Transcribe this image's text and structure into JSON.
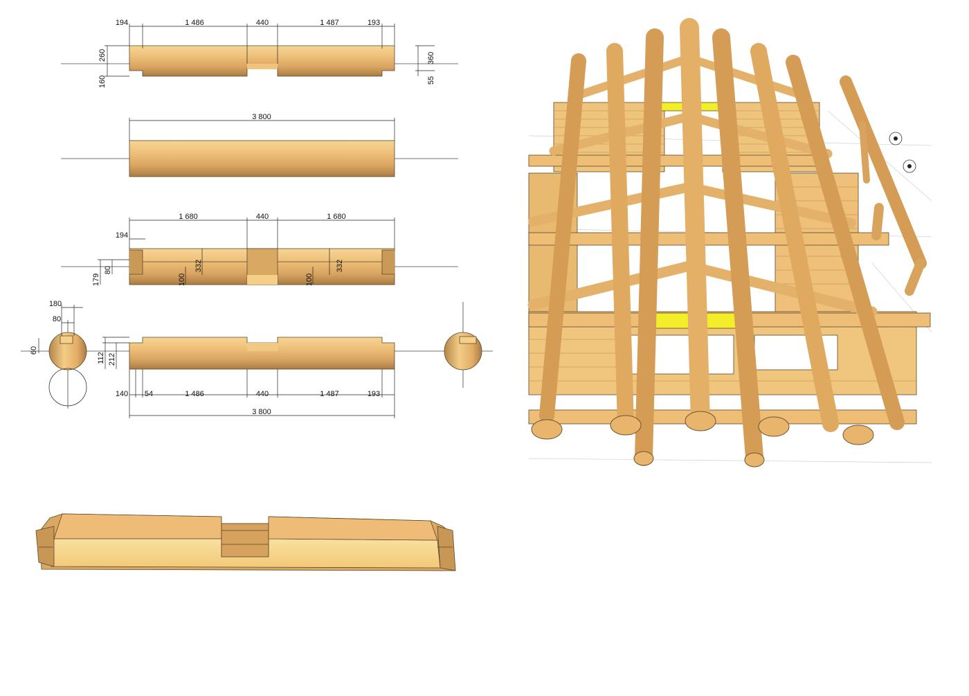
{
  "colors": {
    "wood_light": "#f6d28c",
    "wood_mid": "#e6b06a",
    "wood_dark": "#b88a4c",
    "wood_shadow": "#9a7240",
    "highlight": "#f2ef2a",
    "line": "#222222"
  },
  "view1": {
    "top_dims": [
      "194",
      "1 486",
      "440",
      "1 487",
      "193"
    ],
    "left_dims": [
      "260",
      "160"
    ],
    "right_dims": [
      "360",
      "55"
    ]
  },
  "view2": {
    "length": "3 800"
  },
  "view3": {
    "top_dims": [
      "1 680",
      "440",
      "1 680"
    ],
    "left_top": "194",
    "left_dims": [
      "179",
      "80"
    ],
    "inner_dims": [
      "100",
      "332",
      "100",
      "332"
    ]
  },
  "view4": {
    "section_dims": [
      "180",
      "80",
      "60"
    ],
    "left_dims": [
      "112",
      "212"
    ],
    "bottom_dims": [
      "140",
      "54",
      "1 486",
      "440",
      "1 487",
      "193"
    ],
    "overall": "3 800"
  }
}
